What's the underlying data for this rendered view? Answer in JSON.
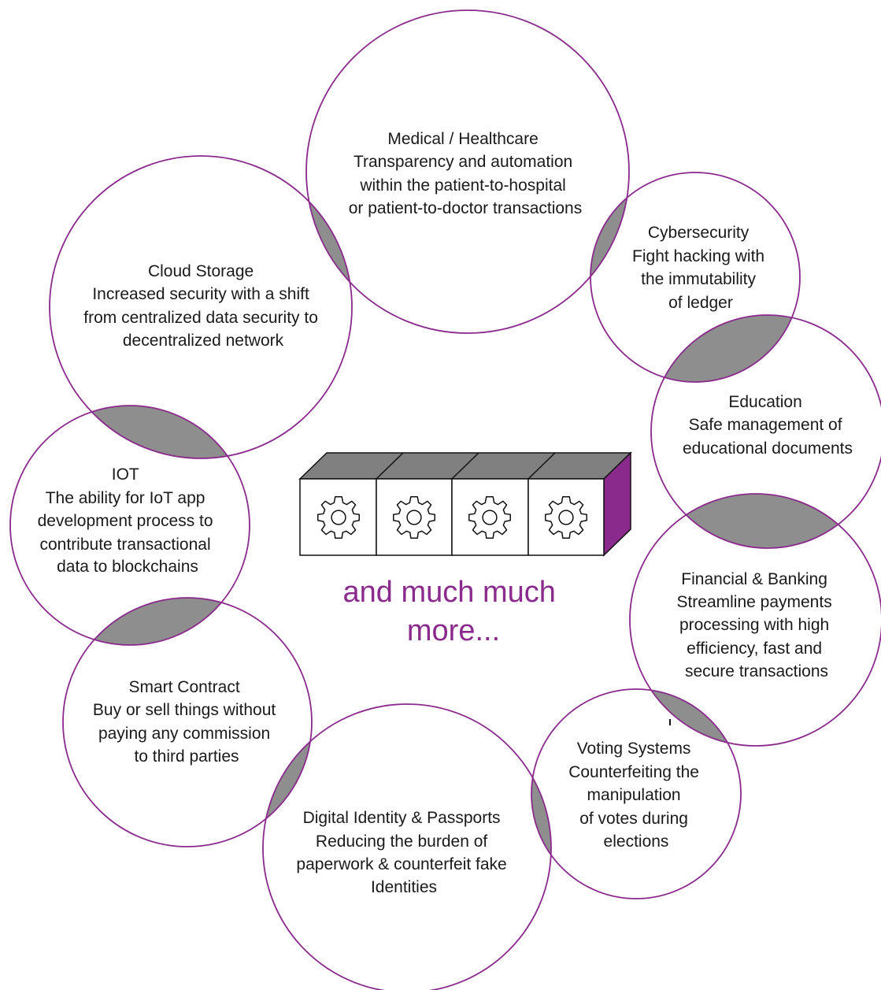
{
  "circles": [
    {
      "key": "medical",
      "lines": [
        "Medical / Healthcare",
        "Transparency and automation",
        "within the patient-to-hospital",
        "or patient-to-doctor transactions"
      ]
    },
    {
      "key": "cybersecurity",
      "lines": [
        "Cybersecurity",
        "Fight hacking with",
        "the immutability",
        "of ledger"
      ]
    },
    {
      "key": "education",
      "lines": [
        "Education",
        "Safe management of",
        "educational documents"
      ]
    },
    {
      "key": "financial",
      "lines": [
        "Financial & Banking",
        "Streamline payments",
        "processing with high",
        "efficiency, fast and",
        "secure transactions"
      ]
    },
    {
      "key": "voting",
      "lines": [
        "Voting Systems",
        "Counterfeiting the",
        "manipulation",
        "of votes during",
        "elections"
      ]
    },
    {
      "key": "digital-identity",
      "lines": [
        "Digital Identity & Passports",
        "Reducing the burden of",
        "paperwork & counterfeit fake",
        "Identities"
      ]
    },
    {
      "key": "smart-contract",
      "lines": [
        "Smart Contract",
        "Buy or sell things without",
        "paying any commission",
        "to third parties"
      ]
    },
    {
      "key": "iot",
      "lines": [
        "IOT",
        "The ability for IoT app",
        "development process to",
        "contribute transactional",
        "data to blockchains"
      ]
    },
    {
      "key": "cloud-storage",
      "lines": [
        "Cloud Storage",
        "Increased security with a shift",
        "from centralized data security to",
        "decentralized network"
      ]
    }
  ],
  "center": {
    "more_line1": "and much much",
    "more_line2": "more..."
  },
  "colors": {
    "ring": "#8a2a8c",
    "overlap": "#8e8e8e",
    "block_top": "#808080",
    "block_end": "#8a2a8c",
    "text": "#1a1a1a"
  },
  "icons": [
    "gear-icon",
    "gear-icon",
    "gear-icon",
    "gear-icon"
  ]
}
